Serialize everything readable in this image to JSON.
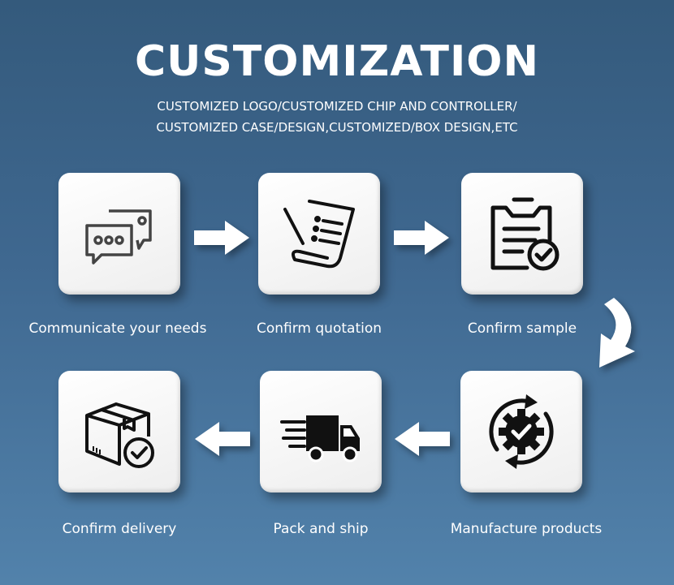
{
  "header": {
    "title": "CUSTOMIZATION",
    "subtitle_line1": "CUSTOMIZED LOGO/CUSTOMIZED CHIP AND CONTROLLER/",
    "subtitle_line2": "CUSTOMIZED CASE/DESIGN,CUSTOMIZED/BOX DESIGN,ETC"
  },
  "steps": [
    {
      "label": "Communicate your needs",
      "icon": "chat-bubbles-icon"
    },
    {
      "label": "Confirm quotation",
      "icon": "quotation-document-icon"
    },
    {
      "label": "Confirm sample",
      "icon": "clipboard-check-icon"
    },
    {
      "label": "Manufacture products",
      "icon": "gear-cycle-icon"
    },
    {
      "label": "Pack and ship",
      "icon": "delivery-truck-icon"
    },
    {
      "label": "Confirm delivery",
      "icon": "package-check-icon"
    }
  ]
}
